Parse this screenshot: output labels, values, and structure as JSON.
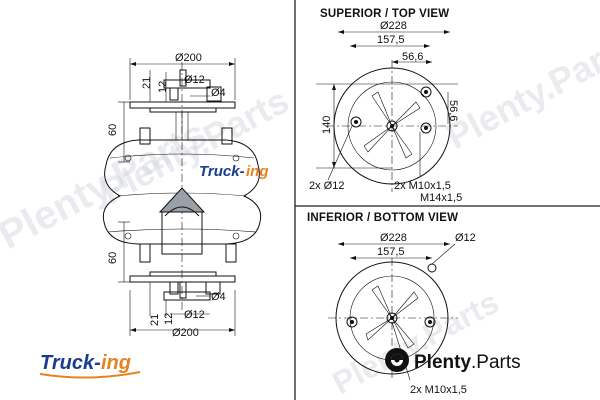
{
  "side_view": {
    "top_labels": {
      "dia_plate": "Ø200",
      "h21": "21",
      "h12": "12",
      "dia_pin": "Ø12",
      "dia_hole": "Ø4",
      "h60": "60"
    },
    "bottom_labels": {
      "h60": "60",
      "dia_hole": "Ø4",
      "h21": "21",
      "h12": "12",
      "dia_pin": "Ø12",
      "dia_plate": "Ø200"
    },
    "bellow_logo": {
      "part1": "Truck-",
      "part2": "ing"
    }
  },
  "top_view": {
    "title": "SUPERIOR / TOP VIEW",
    "dia_outer": "Ø228",
    "dim_1575": "157,5",
    "dim_566": "56,6",
    "dim_566_vertical": "56,6",
    "dim_140": "140",
    "holes_label": "2x Ø12",
    "thread_label": "2x M10x1,5",
    "thread_label2": "M14x1,5"
  },
  "bottom_view": {
    "title": "INFERIOR / BOTTOM VIEW",
    "dia_outer": "Ø228",
    "dia_pin": "Ø12",
    "dim_1575": "157,5",
    "thread_label": "2x M10x1,5"
  },
  "logo": {
    "part1": "Truck-",
    "part2": "ing"
  },
  "watermark": {
    "brand": "Plenty",
    "suffix": ".Parts",
    "wm_text": "Plenty.Parts"
  },
  "colors": {
    "logo_blue": "#1a3c8f",
    "logo_orange": "#e8821e",
    "divider": "#222222",
    "watermark": "#cfd3da"
  }
}
